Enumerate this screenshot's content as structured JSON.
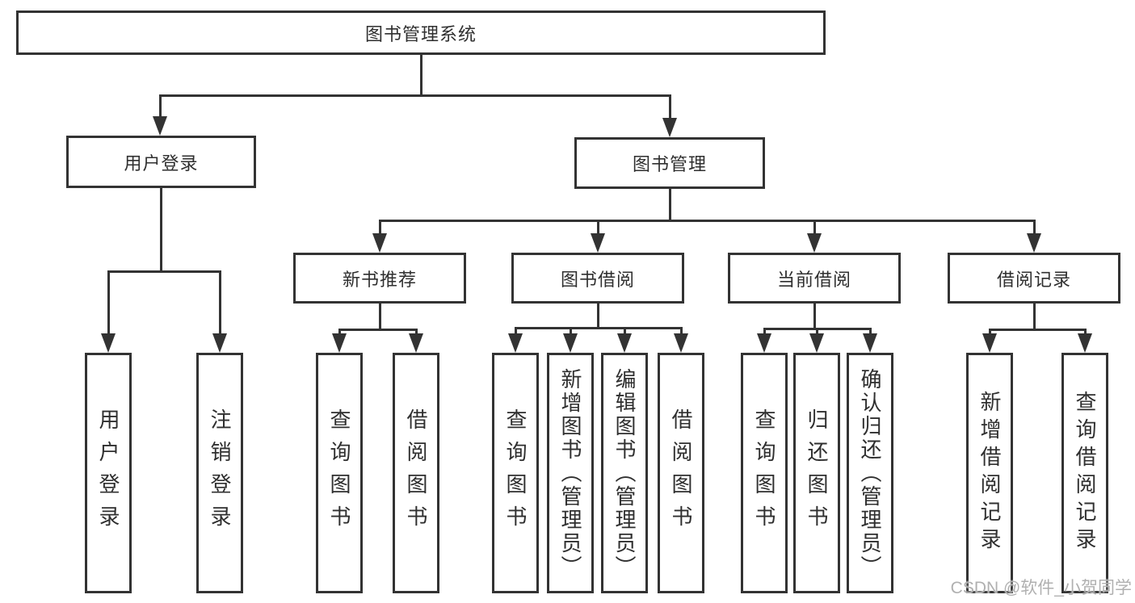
{
  "colors": {
    "line": "#333333",
    "text": "#2f2f2f",
    "watermark": "#b0b0b0",
    "background": "#ffffff"
  },
  "root": {
    "label": "图书管理系统"
  },
  "modules": {
    "user_login": {
      "label": "用户登录"
    },
    "book_mgmt": {
      "label": "图书管理"
    }
  },
  "submodules": {
    "new_book": {
      "label": "新书推荐"
    },
    "borrow": {
      "label": "图书借阅"
    },
    "current": {
      "label": "当前借阅"
    },
    "records": {
      "label": "借阅记录"
    }
  },
  "leaves": {
    "user_login": [
      "用户登录",
      "注销登录"
    ],
    "new_book": [
      "查询图书",
      "借阅图书"
    ],
    "borrow": [
      "查询图书",
      "新增图书（管理员）",
      "编辑图书（管理员）",
      "借阅图书"
    ],
    "current": [
      "查询图书",
      "归还图书",
      "确认归还（管理员）"
    ],
    "records": [
      "新增借阅记录",
      "查询借阅记录"
    ]
  },
  "watermark": {
    "text": "CSDN @软件_小贺同学"
  }
}
